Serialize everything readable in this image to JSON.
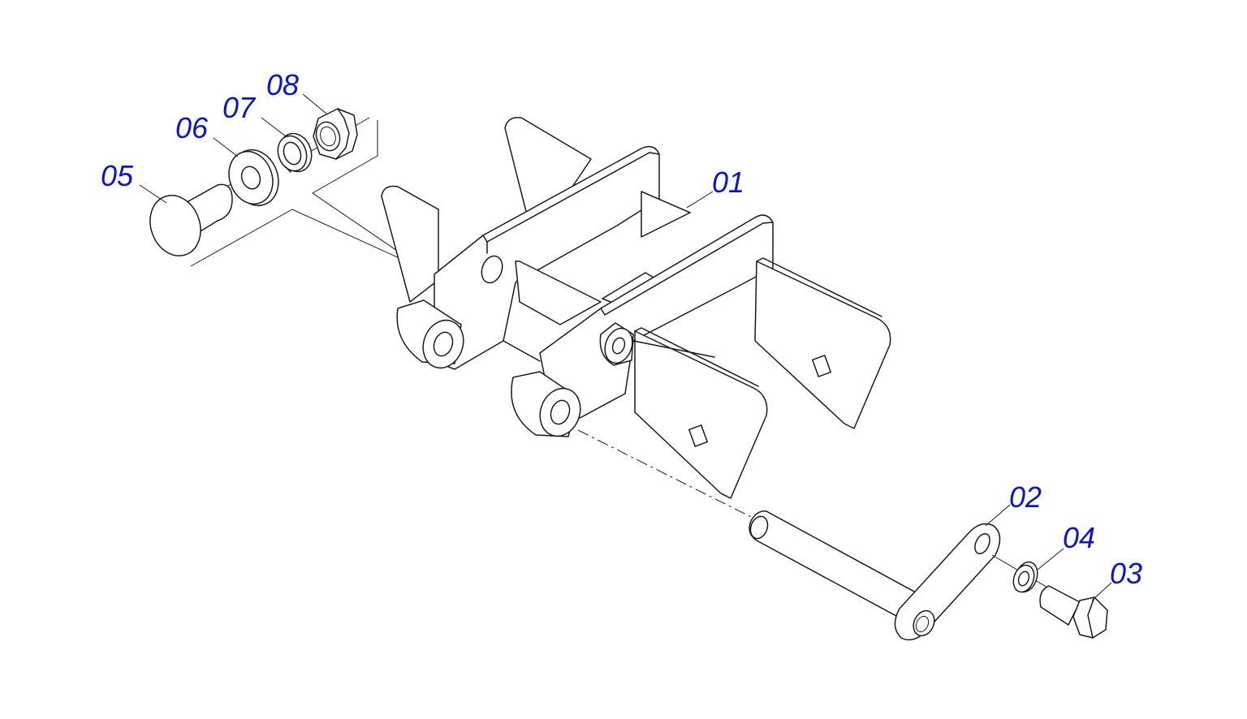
{
  "diagram": {
    "labels": {
      "p01": "01",
      "p02": "02",
      "p03": "03",
      "p04": "04",
      "p05": "05",
      "p06": "06",
      "p07": "07",
      "p08": "08"
    },
    "colors": {
      "label": "#0a14d4",
      "line": "#1a1a1a",
      "background": "#ffffff"
    }
  }
}
